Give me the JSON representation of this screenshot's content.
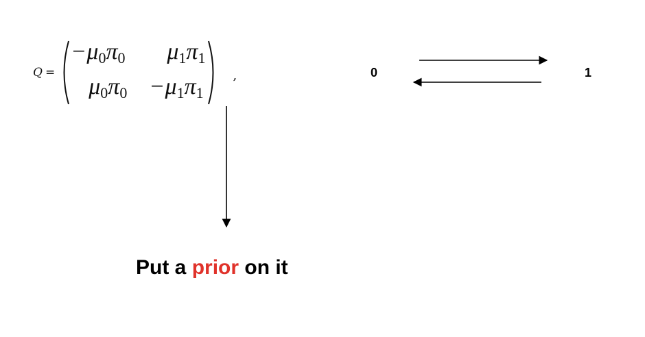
{
  "equation": {
    "lhs": "Q",
    "equals": "=",
    "matrix": [
      [
        {
          "sign": "−",
          "sym1": "μ",
          "sub1": "0",
          "sym2": "π",
          "sub2": "0"
        },
        {
          "sign": "",
          "sym1": "μ",
          "sub1": "1",
          "sym2": "π",
          "sub2": "1"
        }
      ],
      [
        {
          "sign": "",
          "sym1": "μ",
          "sub1": "0",
          "sym2": "π",
          "sub2": "0"
        },
        {
          "sign": "−",
          "sym1": "μ",
          "sub1": "1",
          "sym2": "π",
          "sub2": "1"
        }
      ]
    ],
    "trailing": ","
  },
  "states": {
    "left": "0",
    "right": "1"
  },
  "caption": {
    "before": "Put a ",
    "highlight": "prior",
    "after": " on it"
  },
  "colors": {
    "text": "#000000",
    "highlight": "#e0322a"
  }
}
